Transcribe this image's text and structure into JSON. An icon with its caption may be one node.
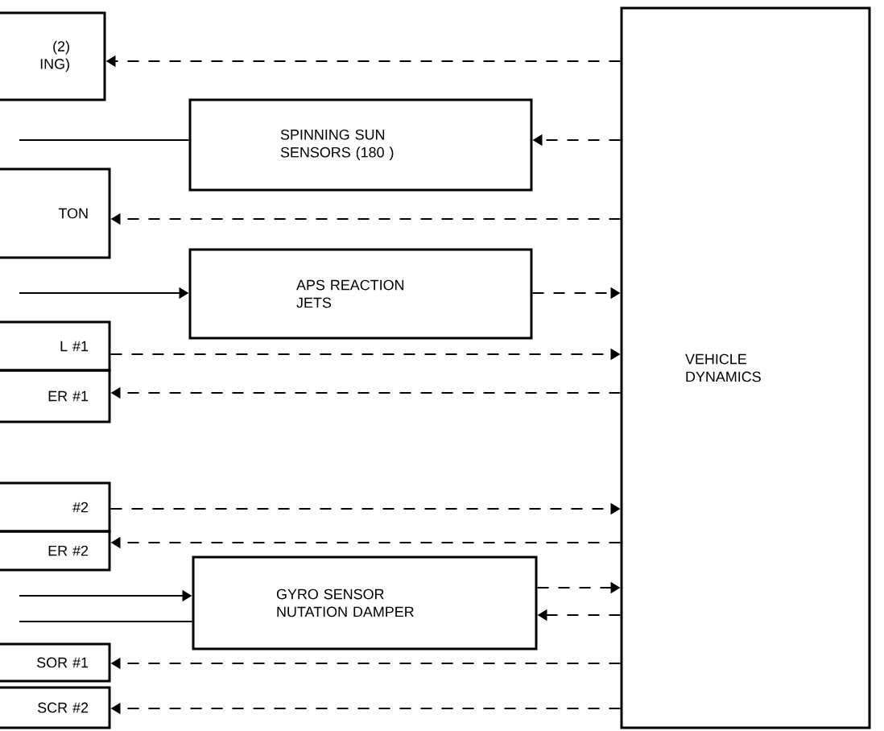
{
  "diagram": {
    "nodes": [
      {
        "text": [
          "(2) ING)"
        ]
      },
      {
        "text": [
          "SPINNING SUN SENSORS (180 )"
        ]
      },
      {
        "text": [
          "TON"
        ]
      },
      {
        "text": [
          "APS REACTION JETS"
        ]
      },
      {
        "text": [
          "L #1"
        ]
      },
      {
        "text": [
          "ER #1"
        ]
      },
      {
        "text": [
          "#2"
        ]
      },
      {
        "text": [
          "ER #2"
        ]
      },
      {
        "text": [
          "GYRO SENSOR NUTATION DAMPER"
        ]
      },
      {
        "text": [
          "SOR #1"
        ]
      },
      {
        "text": [
          "SCR #2"
        ]
      },
      {
        "text": [
          "VEHICLE DYNAMICS"
        ]
      }
    ],
    "edges": [
      {
        "from": 11,
        "to": 0,
        "arrow": "to",
        "style": "dashed"
      },
      {
        "from": null,
        "to": 1,
        "arrow": "none"
      },
      {
        "from": 11,
        "to": 1,
        "arrow": "to",
        "style": "dashed"
      },
      {
        "from": 11,
        "to": 2,
        "arrow": "to",
        "style": "dashed"
      },
      {
        "from": null,
        "to": 3,
        "arrow": "to"
      },
      {
        "from": 3,
        "to": 11,
        "arrow": "to",
        "style": "dashed"
      },
      {
        "from": 4,
        "to": 11,
        "arrow": "to",
        "style": "dashed"
      },
      {
        "from": 11,
        "to": 5,
        "arrow": "to",
        "style": "dashed"
      },
      {
        "from": 6,
        "to": 11,
        "arrow": "to",
        "style": "dashed"
      },
      {
        "from": 11,
        "to": 7,
        "arrow": "to",
        "style": "dashed"
      },
      {
        "from": null,
        "to": 8,
        "arrow": "to"
      },
      {
        "from": null,
        "to": 8,
        "arrow": "none"
      },
      {
        "from": 8,
        "to": 11,
        "arrow": "to",
        "style": "dashed"
      },
      {
        "from": 11,
        "to": 8,
        "arrow": "to",
        "style": "dashed"
      },
      {
        "from": 11,
        "to": 9,
        "arrow": "to",
        "style": "dashed"
      },
      {
        "from": 11,
        "to": 10,
        "arrow": "to",
        "style": "dashed"
      }
    ]
  }
}
